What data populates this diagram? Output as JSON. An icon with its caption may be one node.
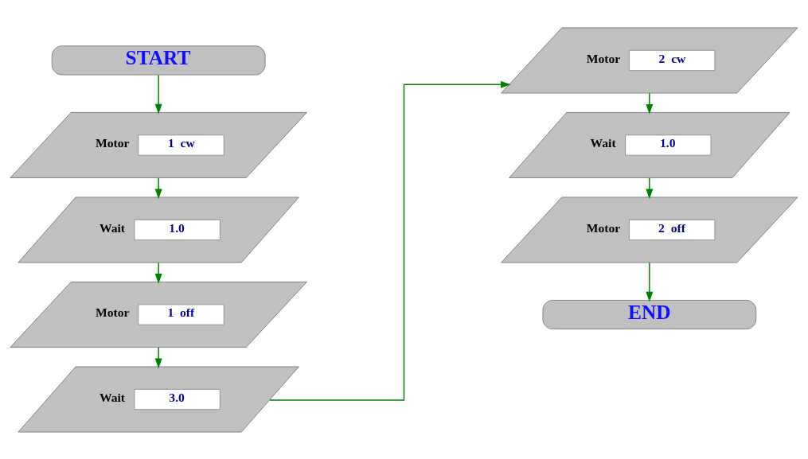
{
  "diagram": {
    "nodes": [
      {
        "text": [
          "START"
        ]
      },
      {
        "text": [
          "Motor",
          "1  cw"
        ]
      },
      {
        "text": [
          "Wait",
          "1.0"
        ]
      },
      {
        "text": [
          "Motor",
          "1  off"
        ]
      },
      {
        "text": [
          "Wait",
          "3.0"
        ]
      },
      {
        "text": [
          "Motor",
          "2  cw"
        ]
      },
      {
        "text": [
          "Wait",
          "1.0"
        ]
      },
      {
        "text": [
          "Motor",
          "2  off"
        ]
      },
      {
        "text": [
          "END"
        ]
      }
    ],
    "edges": [
      {
        "from": 0,
        "to": 1,
        "arrow": "to"
      },
      {
        "from": 1,
        "to": 2,
        "arrow": "to"
      },
      {
        "from": 2,
        "to": 3,
        "arrow": "to"
      },
      {
        "from": 3,
        "to": 4,
        "arrow": "to"
      },
      {
        "from": 4,
        "to": 5,
        "arrow": "to"
      },
      {
        "from": 5,
        "to": 6,
        "arrow": "to"
      },
      {
        "from": 6,
        "to": 7,
        "arrow": "to"
      },
      {
        "from": 7,
        "to": 8,
        "arrow": "to"
      }
    ]
  }
}
